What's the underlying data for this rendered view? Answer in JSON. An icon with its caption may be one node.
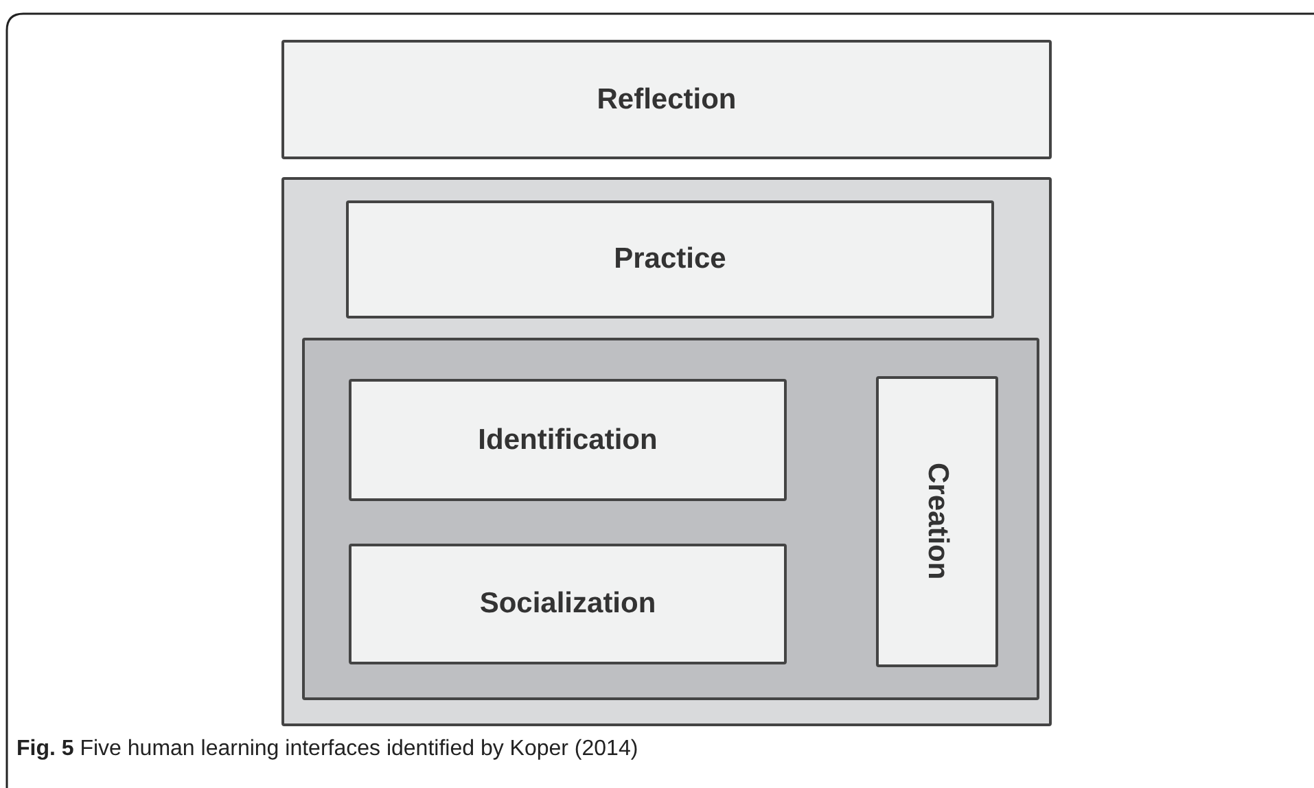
{
  "diagram": {
    "caption": "**Fig. 5** Five human learning interfaces identified by Koper (2014)",
    "nodes": [
      {
        "text": [
          "Reflection"
        ]
      },
      {
        "text": [],
        "shape": "box"
      },
      {
        "text": [
          "Practice"
        ],
        "in": 1
      },
      {
        "text": [],
        "shape": "box",
        "in": 1
      },
      {
        "text": [
          "Identification"
        ],
        "in": 3
      },
      {
        "text": [
          "Socialization"
        ],
        "in": 3
      },
      {
        "text": [
          "Creation"
        ],
        "in": 3
      }
    ]
  }
}
